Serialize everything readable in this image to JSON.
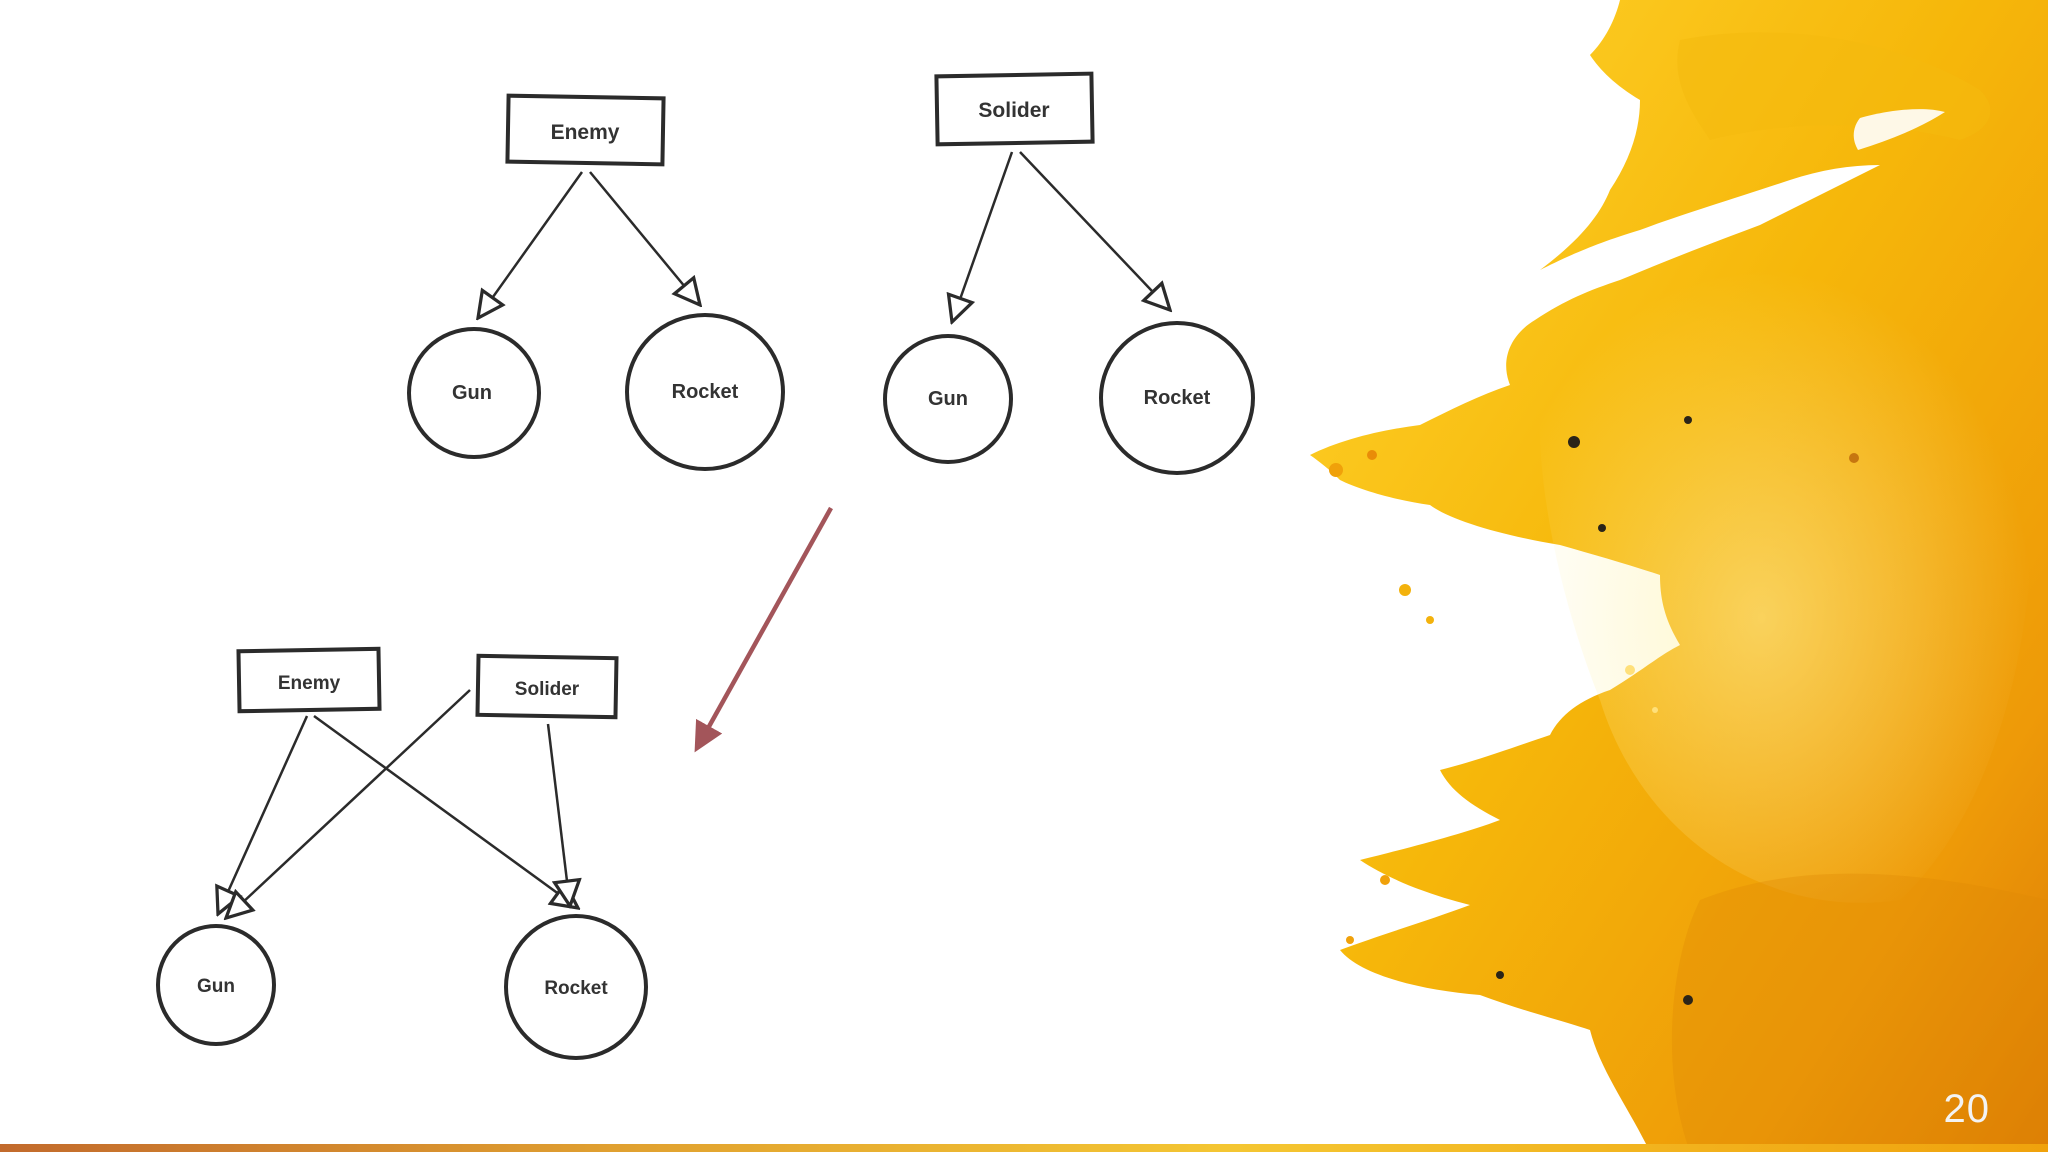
{
  "slide": {
    "page_number": "20",
    "accent_color": "#f2b606",
    "arrow_color": "#a3555a"
  },
  "diagrams": {
    "enemy_tree": {
      "parent": "Enemy",
      "children": [
        "Gun",
        "Rocket"
      ]
    },
    "soldier_tree": {
      "parent": "Solider",
      "children": [
        "Gun",
        "Rocket"
      ]
    },
    "combined": {
      "parents": [
        "Enemy",
        "Solider"
      ],
      "children": [
        "Gun",
        "Rocket"
      ]
    }
  }
}
